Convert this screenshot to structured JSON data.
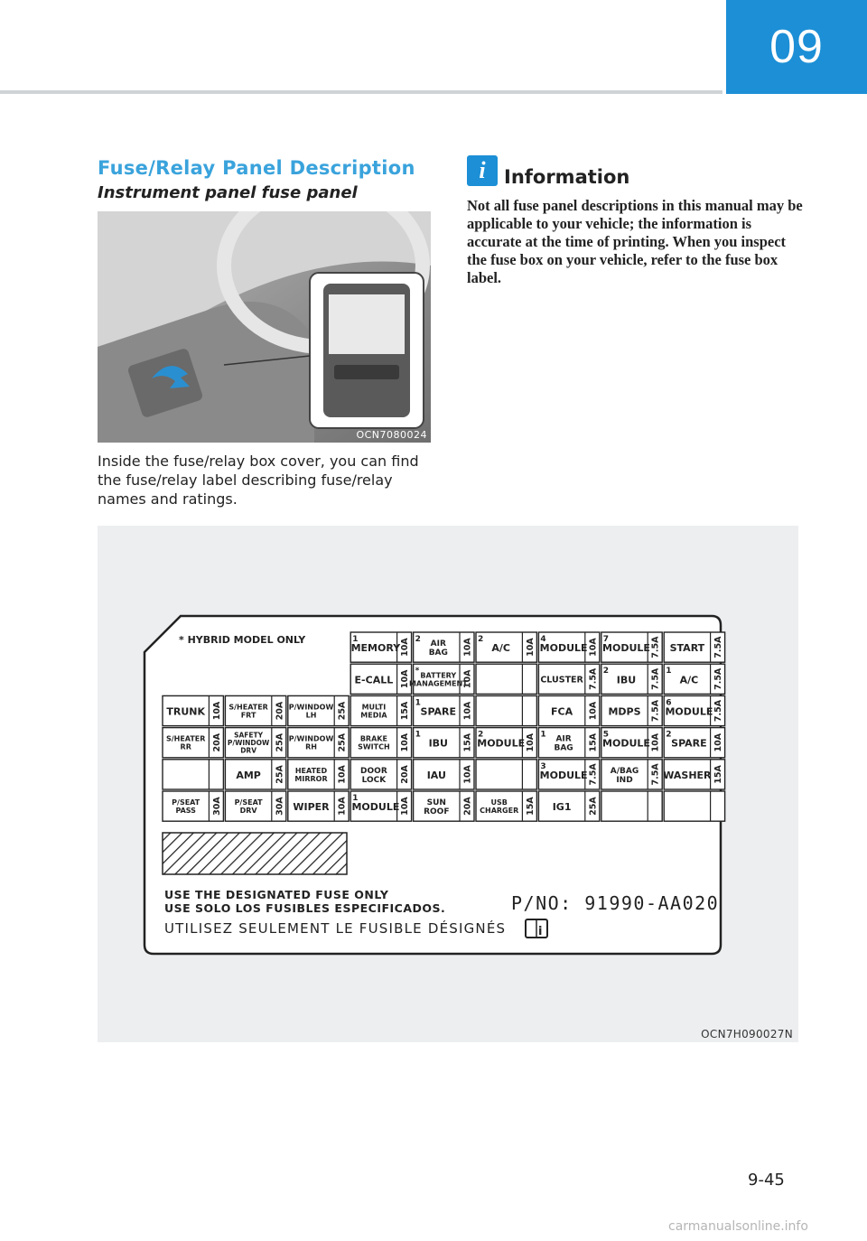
{
  "header": {
    "chapter": "09"
  },
  "left": {
    "section_title": "Fuse/Relay Panel Description",
    "sub_title": "Instrument panel fuse panel",
    "photo_code": "OCN7080024",
    "body": "Inside the fuse/relay box cover, you can find the fuse/relay label describing fuse/relay names and ratings."
  },
  "info": {
    "icon": "i",
    "title": "Information",
    "text": "Not all fuse panel descriptions in this manual may be applicable to your vehicle; the information is accurate at the time of printing. When you inspect the fuse box on your vehicle, refer to the fuse box label."
  },
  "label": {
    "hybrid_note": "* HYBRID MODEL ONLY",
    "grid": [
      [
        [
          "",
          ""
        ],
        [
          "",
          ""
        ],
        [
          "",
          "",
          ""
        ],
        [
          "MEMORY",
          "10A",
          "1"
        ],
        [
          "AIR BAG",
          "10A",
          "2"
        ],
        [
          "A/C",
          "10A",
          "2"
        ],
        [
          "MODULE",
          "10A",
          "4"
        ],
        [
          "MODULE",
          "7.5A",
          "7"
        ],
        [
          "START",
          "7.5A",
          ""
        ]
      ],
      [
        [
          "",
          ""
        ],
        [
          "",
          ""
        ],
        [
          "",
          ""
        ],
        [
          "E-CALL",
          "10A",
          ""
        ],
        [
          "BATTERY MANAGEMENT",
          "10A",
          "*"
        ],
        [
          "",
          ""
        ],
        [
          "CLUSTER",
          "7.5A",
          ""
        ],
        [
          "IBU",
          "7.5A",
          "2"
        ],
        [
          "A/C",
          "7.5A",
          "1"
        ]
      ],
      [
        [
          "TRUNK",
          "10A",
          ""
        ],
        [
          "S/HEATER FRT",
          "20A",
          ""
        ],
        [
          "P/WINDOW LH",
          "25A",
          ""
        ],
        [
          "MULTI MEDIA",
          "15A",
          ""
        ],
        [
          "SPARE",
          "10A",
          "1"
        ],
        [
          "",
          ""
        ],
        [
          "FCA",
          "10A",
          ""
        ],
        [
          "MDPS",
          "7.5A",
          ""
        ],
        [
          "MODULE",
          "7.5A",
          "6"
        ]
      ],
      [
        [
          "S/HEATER RR",
          "20A",
          ""
        ],
        [
          "SAFETY P/WINDOW DRV",
          "25A",
          ""
        ],
        [
          "P/WINDOW RH",
          "25A",
          ""
        ],
        [
          "BRAKE SWITCH",
          "10A",
          ""
        ],
        [
          "IBU",
          "15A",
          "1"
        ],
        [
          "MODULE",
          "10A",
          "2"
        ],
        [
          "AIR BAG",
          "15A",
          "1"
        ],
        [
          "MODULE",
          "10A",
          "5"
        ],
        [
          "SPARE",
          "10A",
          "2"
        ]
      ],
      [
        [
          "",
          ""
        ],
        [
          "AMP",
          "25A",
          ""
        ],
        [
          "HEATED MIRROR",
          "10A",
          ""
        ],
        [
          "DOOR LOCK",
          "20A",
          ""
        ],
        [
          "IAU",
          "10A",
          ""
        ],
        [
          "",
          ""
        ],
        [
          "MODULE",
          "7.5A",
          "3"
        ],
        [
          "A/BAG IND",
          "7.5A",
          ""
        ],
        [
          "WASHER",
          "15A",
          ""
        ]
      ],
      [
        [
          "P/SEAT PASS",
          "30A",
          ""
        ],
        [
          "P/SEAT DRV",
          "30A",
          ""
        ],
        [
          "WIPER",
          "10A",
          ""
        ],
        [
          "MODULE",
          "10A",
          "1"
        ],
        [
          "SUN ROOF",
          "20A",
          ""
        ],
        [
          "USB CHARGER",
          "15A",
          ""
        ],
        [
          "IG1",
          "25A",
          ""
        ],
        [
          "",
          ""
        ],
        [
          "",
          ""
        ]
      ]
    ],
    "warning_en": "USE THE DESIGNATED FUSE ONLY",
    "warning_es": "USE SOLO LOS FUSIBLES ESPECIFICADOS.",
    "warning_fr": "UTILISEZ SEULEMENT LE FUSIBLE DÉSIGNÉS",
    "part_no": "P/NO: 91990-AA020",
    "figure_code": "OCN7H090027N"
  },
  "footer": {
    "page_number": "9-45",
    "watermark": "carmanualsonline.info"
  }
}
